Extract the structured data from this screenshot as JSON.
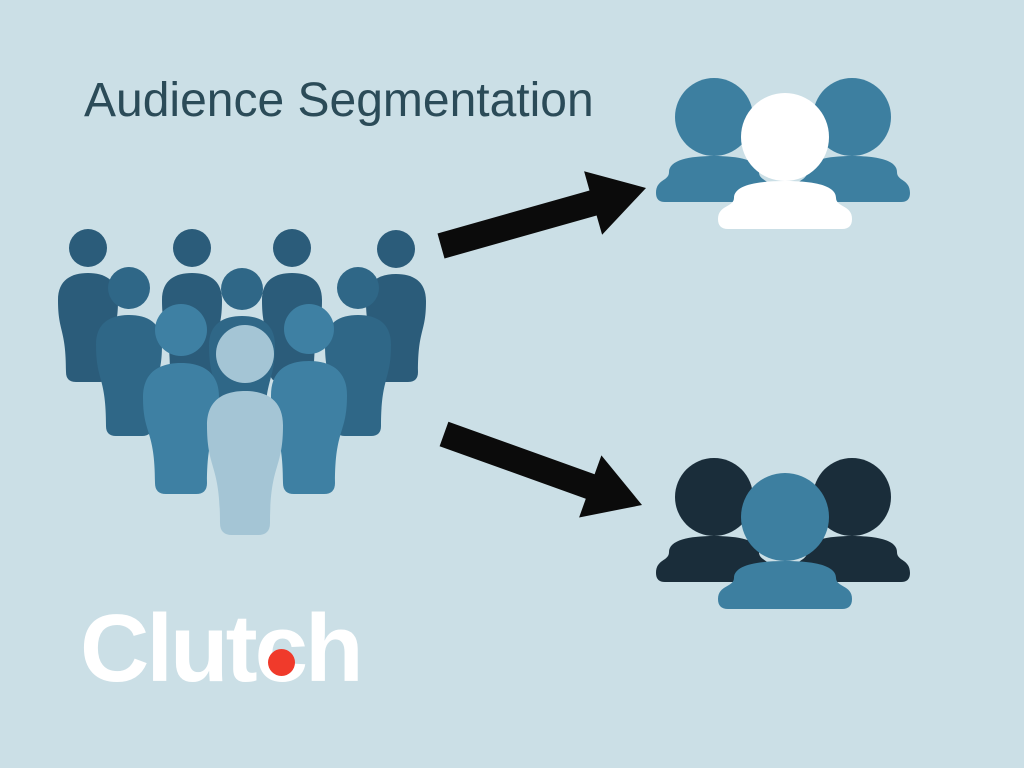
{
  "title": "Audience Segmentation",
  "colors": {
    "background": "#cbdfe6",
    "title_text": "#2b4b58",
    "arrow": "#0b0b0b",
    "logo_text": "#ffffff",
    "logo_dot": "#f03a2b"
  },
  "audience_crowd": {
    "rows": [
      {
        "name": "back-row",
        "count": 4,
        "color": "#2b5c7a"
      },
      {
        "name": "second-row",
        "count": 3,
        "color": "#2f6787"
      },
      {
        "name": "third-row",
        "count": 2,
        "color": "#3e80a3"
      },
      {
        "name": "front-row",
        "count": 1,
        "color": "#a4c5d5"
      }
    ]
  },
  "segments": [
    {
      "name": "segment-1",
      "member_count": 3,
      "side_color": "#3d7fa0",
      "center_color": "#ffffff"
    },
    {
      "name": "segment-2",
      "member_count": 3,
      "side_color": "#1a2d3a",
      "center_color": "#3d7fa0"
    }
  ],
  "arrows": [
    {
      "name": "arrow-to-segment-1",
      "direction": "up-right"
    },
    {
      "name": "arrow-to-segment-2",
      "direction": "down-right"
    }
  ],
  "logo": {
    "text": "Clutch",
    "prefix": "Clut",
    "dotted_letter": "c",
    "suffix": "h"
  }
}
